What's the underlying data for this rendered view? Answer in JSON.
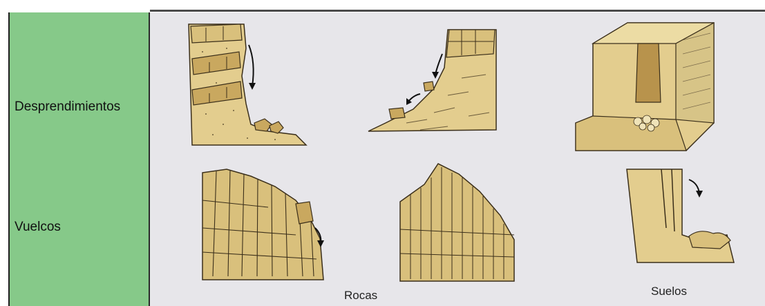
{
  "rows": [
    {
      "label": "Desprendimientos"
    },
    {
      "label": "Vuelcos"
    }
  ],
  "captions": {
    "rocas": "Rocas",
    "suelos": "Suelos"
  },
  "colors": {
    "row_label_bg": "#86c989",
    "panel_bg": "#e7e6ea",
    "rock_fill": "#d9c07c",
    "rock_dark": "#b8934c",
    "soil_fill": "#e3cd8e",
    "line": "#3a2e1a"
  }
}
